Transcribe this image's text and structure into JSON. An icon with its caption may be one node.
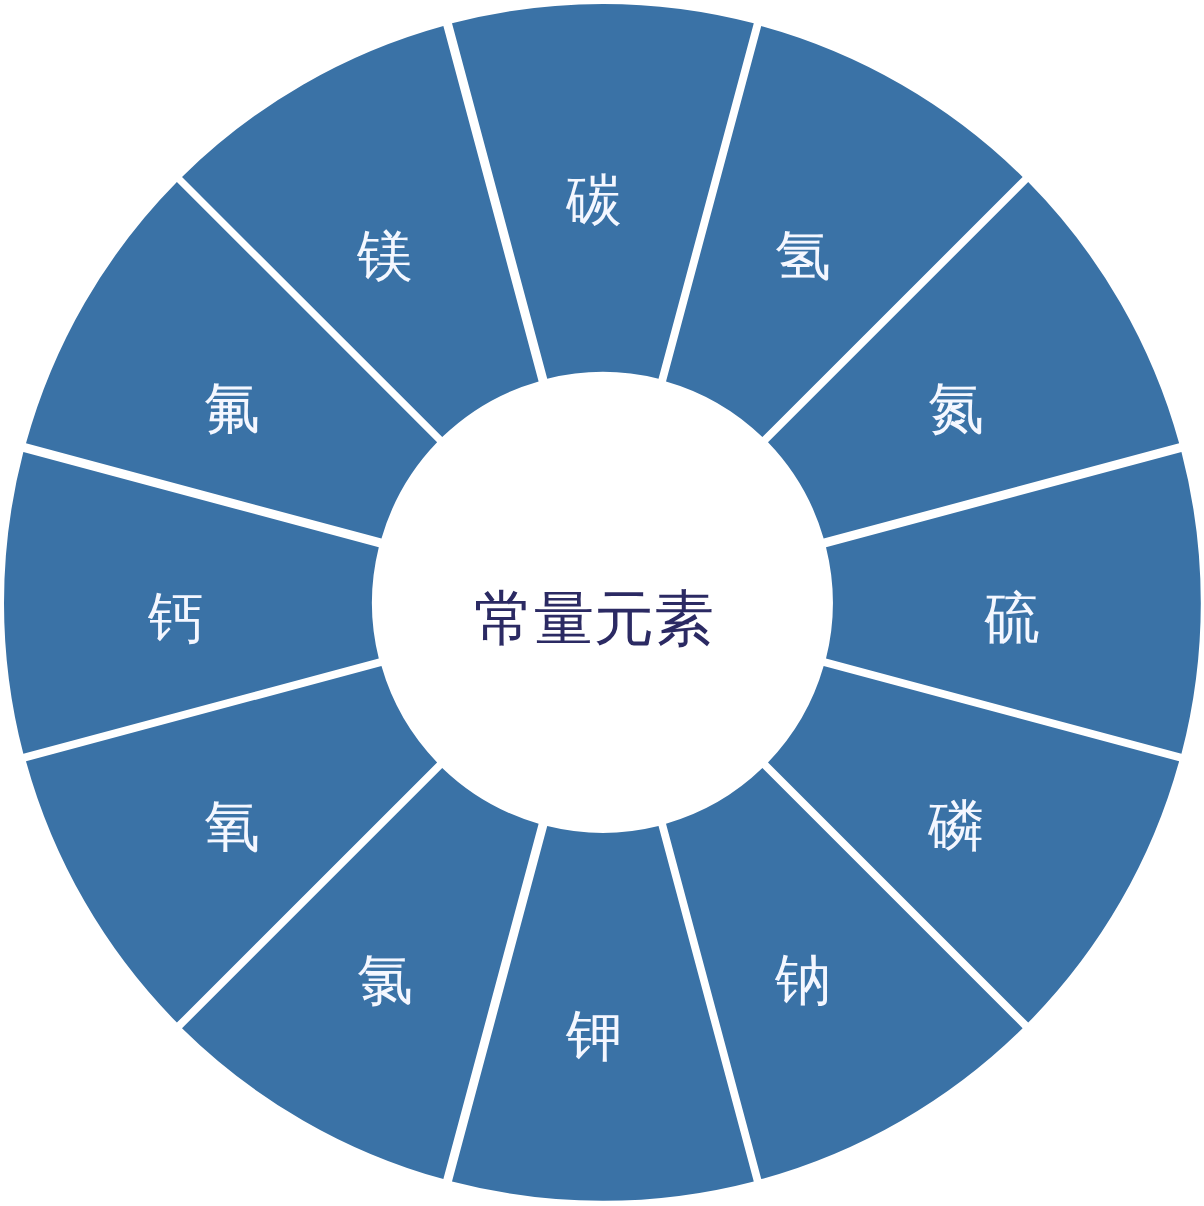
{
  "diagram": {
    "nodes": [
      {
        "text": [
          "常量元素"
        ]
      },
      {
        "text": [
          "碳"
        ]
      },
      {
        "text": [
          "氢"
        ]
      },
      {
        "text": [
          "氮"
        ]
      },
      {
        "text": [
          "硫"
        ]
      },
      {
        "text": [
          "磷"
        ]
      },
      {
        "text": [
          "钠"
        ]
      },
      {
        "text": [
          "钾"
        ]
      },
      {
        "text": [
          "氯"
        ]
      },
      {
        "text": [
          "氧"
        ]
      },
      {
        "text": [
          "钙"
        ]
      },
      {
        "text": [
          "氟"
        ]
      },
      {
        "text": [
          "镁"
        ]
      }
    ]
  }
}
